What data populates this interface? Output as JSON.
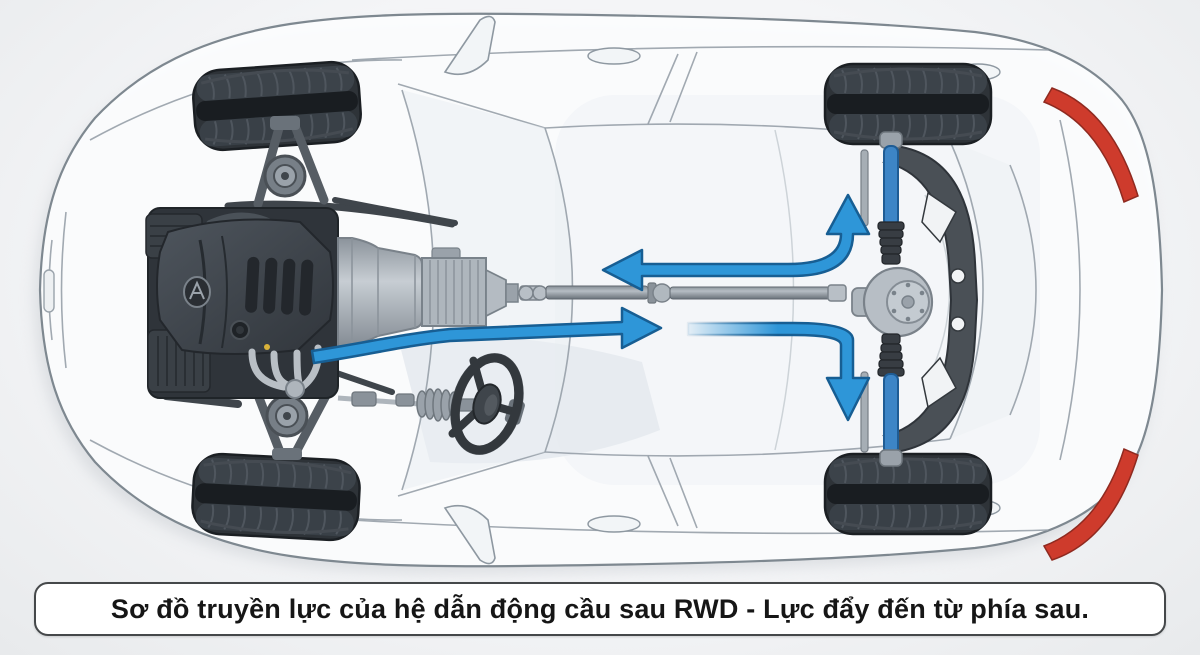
{
  "caption": {
    "text": "Sơ đồ truyền lực của hệ dẫn động cầu sau RWD - Lực đẩy đến từ phía sau."
  },
  "colors": {
    "arrow_fill": "#2E96D8",
    "arrow_stroke": "#175E93",
    "halfshaft_fill": "#3D85C6",
    "halfshaft_stroke": "#1F5C94",
    "taillight": "#CE3B2C",
    "taillight_edge": "#8F2A20",
    "tire": "#2E3338",
    "engine_dark": "#383E44",
    "metal_light": "#BEC5CB",
    "body_line": "#97A0A8",
    "caption_border": "#45484A",
    "caption_text": "#161616"
  },
  "diagram": {
    "type": "drivetrain-illustration",
    "view": "top view of sedan, front at left, rear at right",
    "parts": [
      "engine",
      "transmission",
      "driveshaft",
      "center-support-joint",
      "rear-differential",
      "rear-halfshaft-upper",
      "rear-halfshaft-lower",
      "rear-subframe",
      "front-suspension",
      "steering-wheel",
      "steering-rack",
      "exhaust-manifold",
      "front-left-wheel",
      "front-right-wheel",
      "rear-left-wheel",
      "rear-right-wheel",
      "taillight-upper",
      "taillight-lower",
      "side-mirror-upper",
      "side-mirror-lower",
      "door-handles"
    ],
    "arrows": [
      {
        "name": "rear-to-front-force-arrow",
        "heads": [
          "left",
          "up"
        ]
      },
      {
        "name": "engine-power-arrow",
        "heads": [
          "right"
        ]
      },
      {
        "name": "power-to-rear-wheel-arrow",
        "heads": [
          "down"
        ],
        "fade_in": true
      }
    ]
  }
}
